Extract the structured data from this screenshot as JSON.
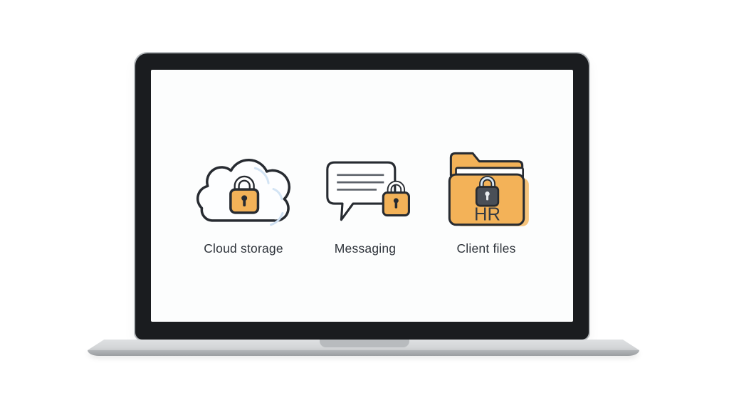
{
  "page": {
    "background_color": "#ffffff"
  },
  "laptop": {
    "bezel_color": "#1a1c1f",
    "edge_color": "#b6babd",
    "screen_color": "#fcfdfd",
    "base_color": "#d6d8da",
    "base_underside_color": "#9b9ea1",
    "notch_color": "#b8bbbe"
  },
  "illustration": {
    "accent_orange": "#f3b258",
    "accent_orange_light": "#f6c47c",
    "outline_color": "#272b31",
    "lock_dark_body": "#4a4f57",
    "accent_blue_light": "#d3e4f4",
    "line_gray": "#5d626a",
    "label_color": "#2f343b",
    "items": [
      {
        "id": "cloud-storage",
        "label": "Cloud storage",
        "icon": "cloud-lock-icon"
      },
      {
        "id": "messaging",
        "label": "Messaging",
        "icon": "chat-lock-icon"
      },
      {
        "id": "client-files",
        "label": "Client files",
        "icon": "folder-lock-icon",
        "folder_text": "HR"
      }
    ]
  }
}
